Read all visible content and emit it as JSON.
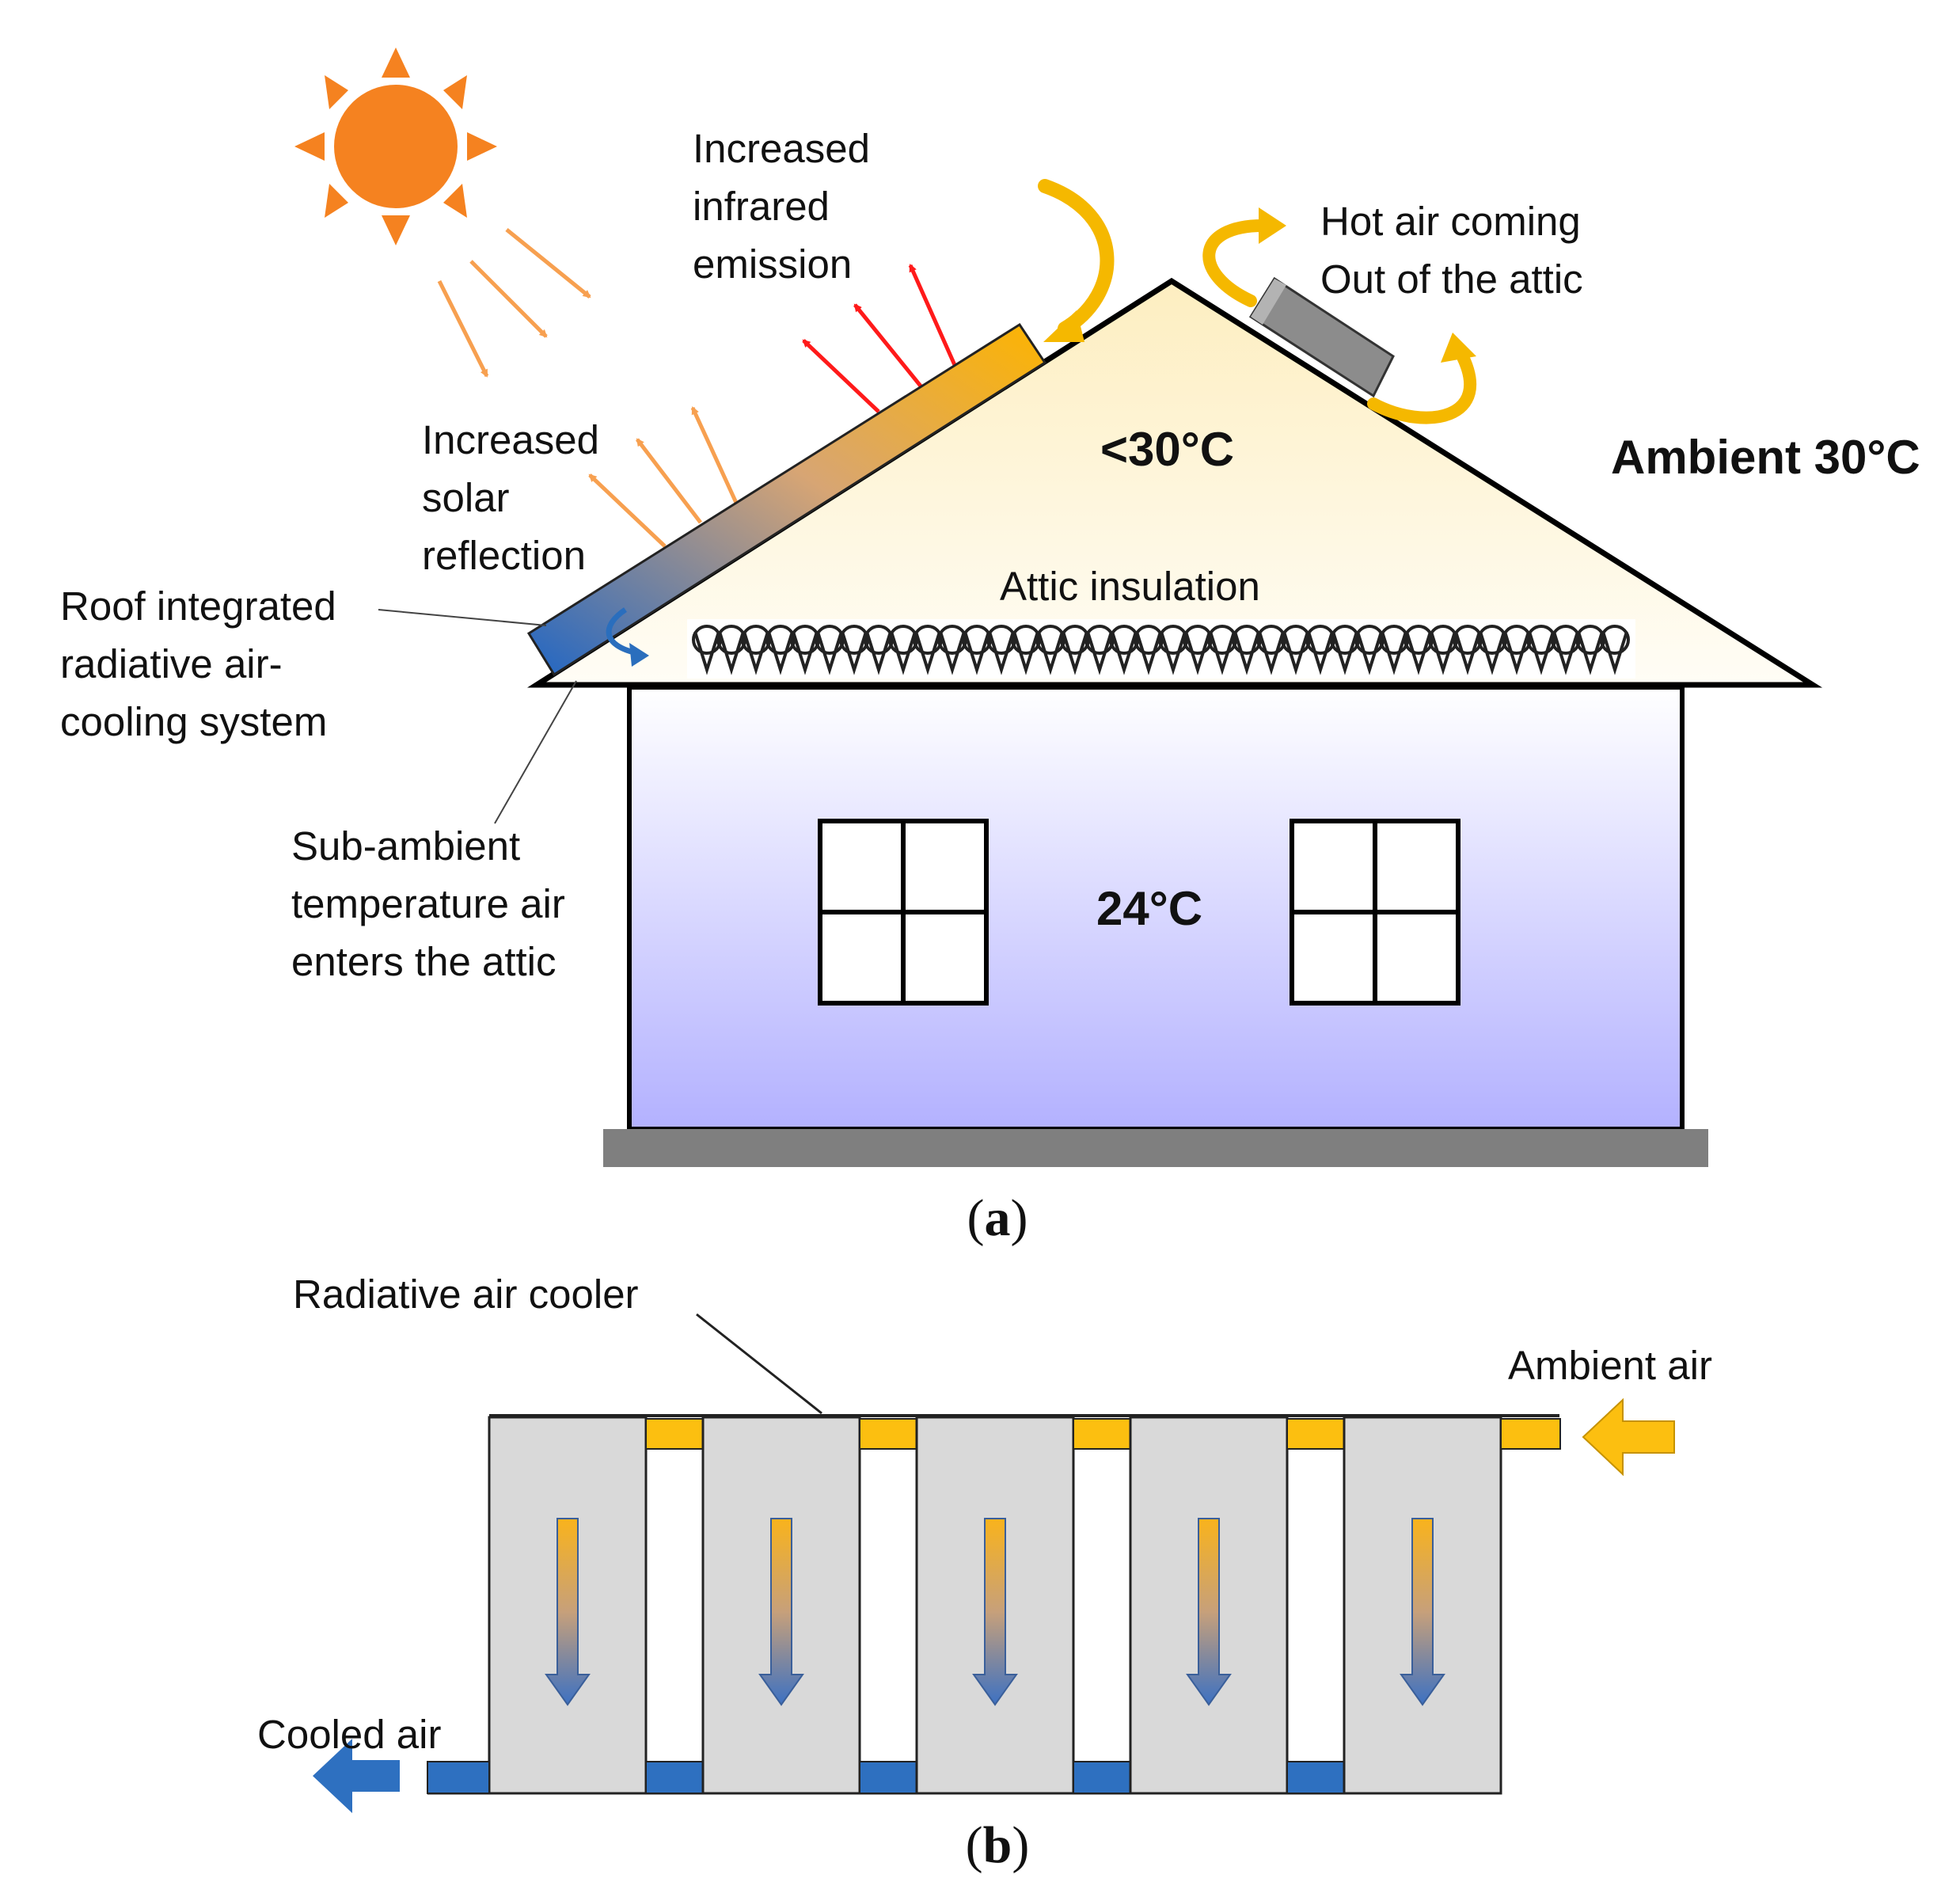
{
  "panel_a": {
    "labels": {
      "infrared_emission": [
        "Increased",
        "infrared",
        "emission"
      ],
      "hot_air": [
        "Hot air coming",
        "Out of the attic"
      ],
      "solar_reflection": [
        "Increased",
        "solar",
        "reflection"
      ],
      "roof_system": [
        "Roof integrated",
        "radiative air-",
        "cooling system"
      ],
      "sub_ambient": [
        "Sub-ambient",
        "temperature air",
        "enters the attic"
      ],
      "attic_insulation": "Attic insulation",
      "attic_temp": "<30°C",
      "ambient_temp": "Ambient 30°C",
      "room_temp": "24°C"
    },
    "caption_letter": "a"
  },
  "panel_b": {
    "labels": {
      "radiative_air_cooler": "Radiative air cooler",
      "ambient_air": "Ambient air",
      "cooled_air": "Cooled air"
    },
    "module_count": 5,
    "caption_letter": "b"
  },
  "colors": {
    "sun": "#f58220",
    "solar_ray": "#f7a050",
    "infrared_ray": "#ff1a1a",
    "hot_air_arrow": "#f5b800",
    "cool_air": "#2a6ebd",
    "attic_fill_top": "#fdf0c8",
    "room_fill_bottom": "#b5b3ff",
    "module_gray": "#d9d9d9",
    "duct_yellow": "#fcbf10",
    "duct_blue": "#2e70c0",
    "ground": "#7f7f7f"
  }
}
